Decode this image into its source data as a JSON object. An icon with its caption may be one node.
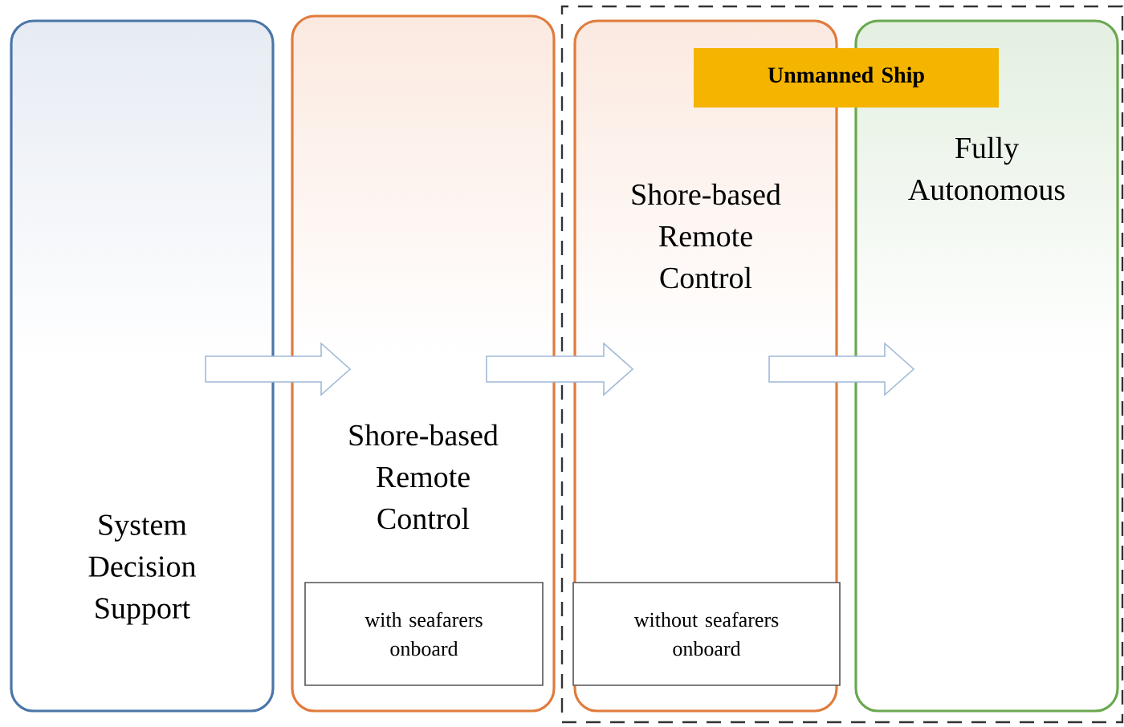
{
  "diagram": {
    "nodes": [
      {
        "text": [
          "System Decision Support"
        ]
      },
      {
        "text": [
          "Shore-based Remote Control"
        ]
      },
      {
        "text": [
          "with seafarers onboard"
        ],
        "in": 1
      },
      {
        "text": [],
        "shape": "box"
      },
      {
        "text": [
          "Unmanned Ship"
        ],
        "in": 3
      },
      {
        "text": [
          "Shore-based Remote Control"
        ],
        "in": 3
      },
      {
        "text": [
          "without seafarers onboard"
        ],
        "in": 5
      },
      {
        "text": [
          "Fully Autonomous"
        ],
        "in": 3
      }
    ],
    "edges": [
      {
        "from": 0,
        "to": 1,
        "arrow": "to"
      },
      {
        "from": 1,
        "to": 5,
        "arrow": "to"
      },
      {
        "from": 5,
        "to": 7,
        "arrow": "to"
      }
    ]
  }
}
